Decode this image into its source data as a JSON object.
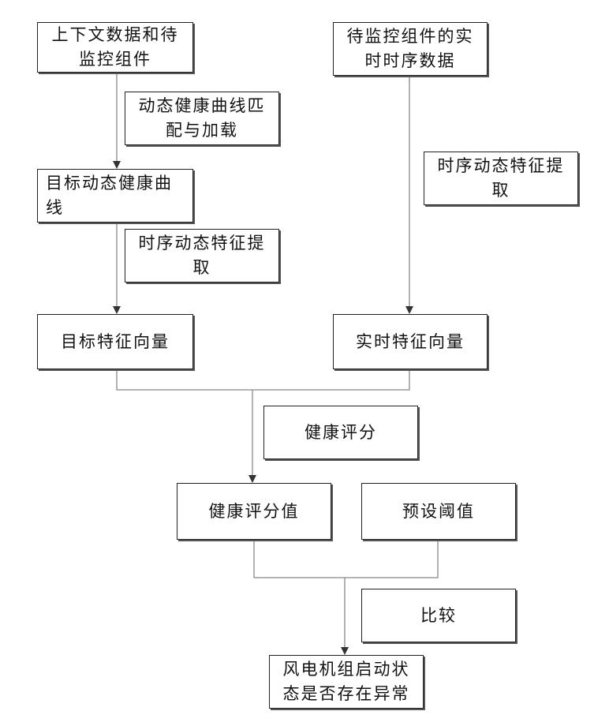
{
  "nodes": {
    "context_data": "上下文数据和待监控组件",
    "realtime_series": "待监控组件的实时时序数据",
    "target_curve": "目标动态健康曲线",
    "target_vector": "目标特征向量",
    "realtime_vector": "实时特征向量",
    "health_score_value": "健康评分值",
    "preset_threshold": "预设阈值",
    "result": "风电机组启动状态是否存在异常"
  },
  "steps": {
    "curve_match_load": "动态健康曲线匹配与加载",
    "feature_extract_left": "时序动态特征提取",
    "feature_extract_right": "时序动态特征提取",
    "health_score": "健康评分",
    "compare": "比较"
  }
}
